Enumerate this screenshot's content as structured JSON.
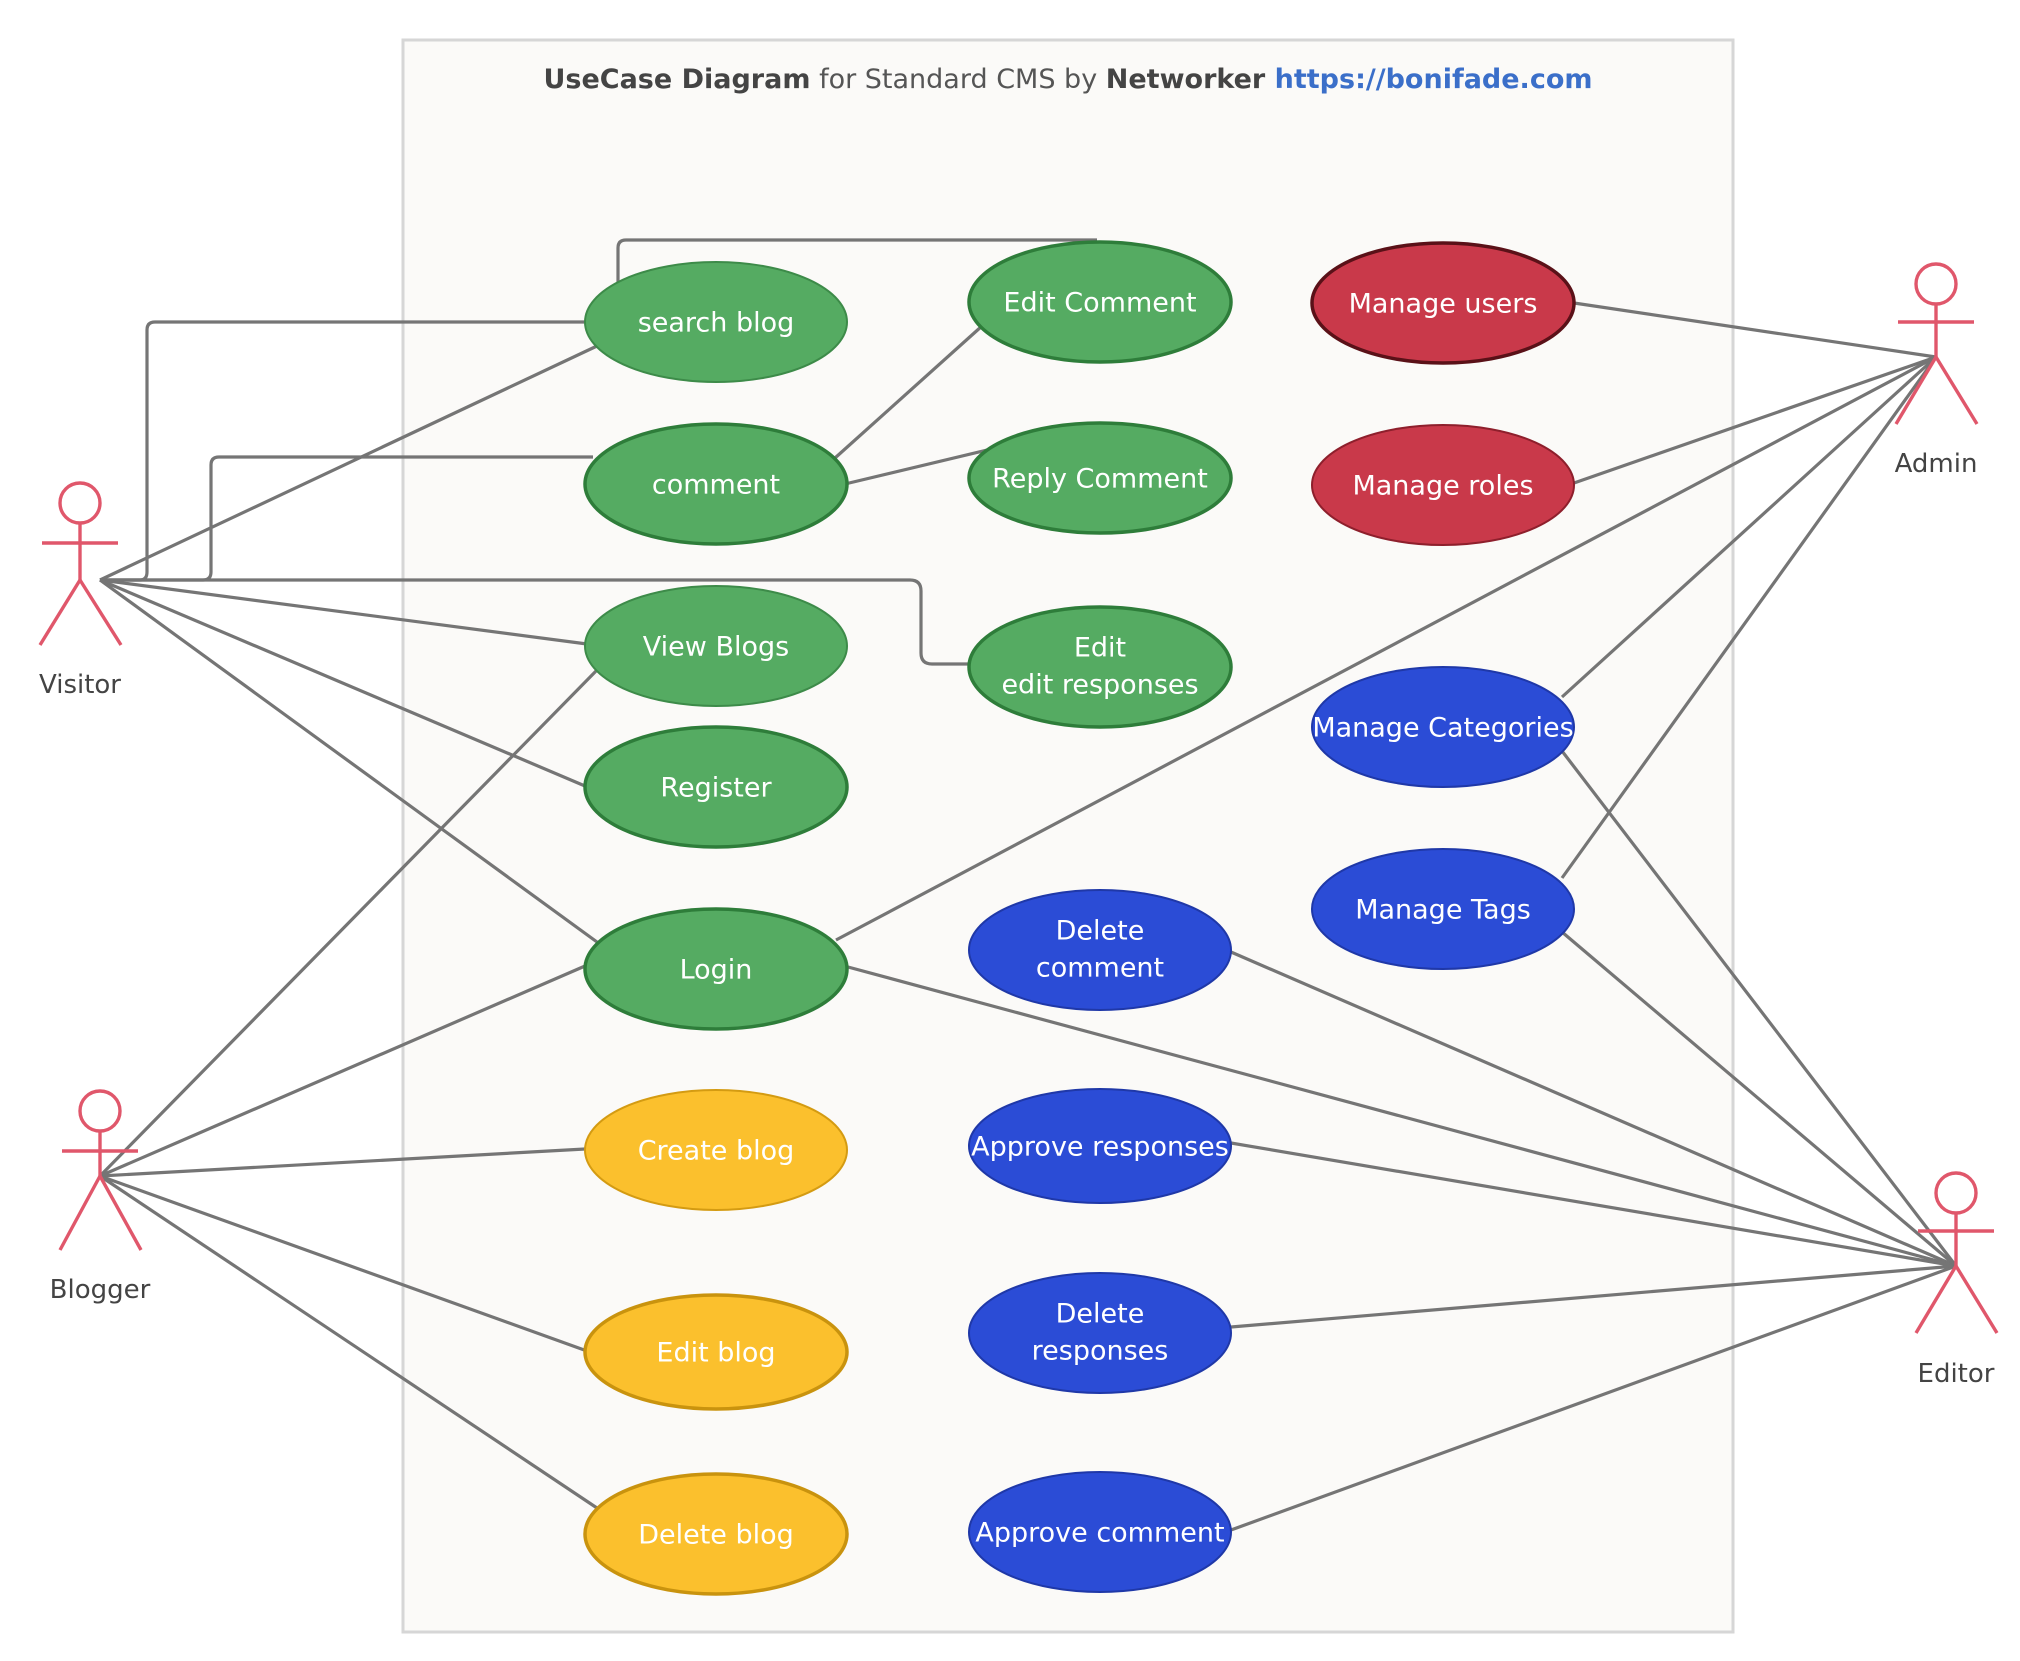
{
  "title": {
    "part1": "UseCase Diagram",
    "part2": " for Standard CMS by ",
    "part3": "Networker",
    "part4": " https://bonifade.com"
  },
  "colors": {
    "visitor_group": "#55ab62",
    "blogger_group": "#fbc02d",
    "admin_group": "#c9394a",
    "editor_group": "#2b4cd6",
    "actor": "#e0576b",
    "line": "#757575",
    "boundary_fill": "#fbfaf8",
    "boundary_stroke": "#d6d6d6"
  },
  "actors": {
    "visitor": "Visitor",
    "blogger": "Blogger",
    "admin": "Admin",
    "editor": "Editor"
  },
  "usecases": {
    "search_blog": "search blog",
    "comment": "comment",
    "view_blogs": "View Blogs",
    "register": "Register",
    "login": "Login",
    "create_blog": "Create blog",
    "edit_blog": "Edit blog",
    "delete_blog": "Delete blog",
    "edit_comment": "Edit Comment",
    "reply_comment": "Reply Comment",
    "edit_responses_line1": "Edit",
    "edit_responses_line2": "edit responses",
    "delete_comment_line1": "Delete",
    "delete_comment_line2": "comment",
    "approve_responses": "Approve responses",
    "delete_responses_line1": "Delete",
    "delete_responses_line2": "responses",
    "approve_comment": "Approve comment",
    "manage_users": "Manage users",
    "manage_roles": "Manage roles",
    "manage_categories": "Manage Categories",
    "manage_tags": "Manage Tags"
  }
}
